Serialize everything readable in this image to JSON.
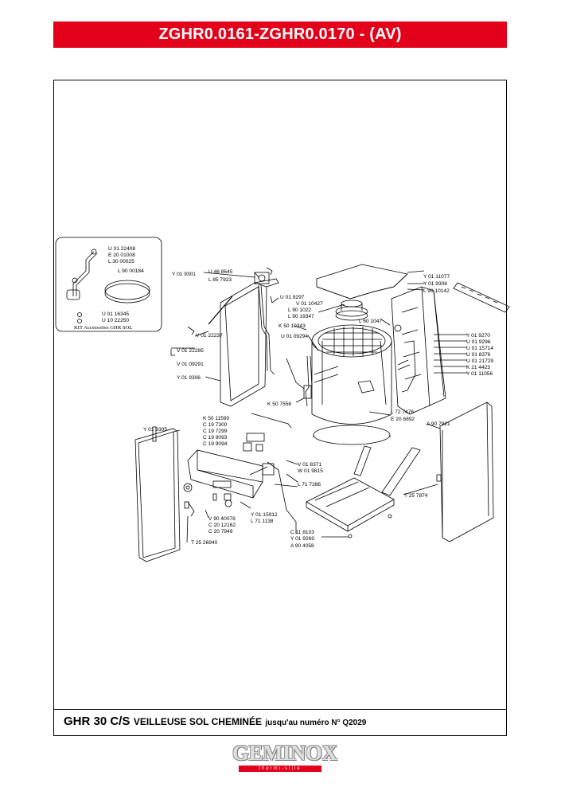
{
  "header": {
    "title": "ZGHR0.0161-ZGHR0.0170 - (AV)"
  },
  "footer": {
    "model": "GHR 30 C/S",
    "description": "VEILLEUSE SOL CHEMINÉE",
    "suffix": "jusqu'au numéro N° Q2029"
  },
  "kit": {
    "title": "KIT Accessoires GHR SOL",
    "parts": [
      "U 01 22408",
      "E 20 01008",
      "L 30 00025",
      "L 90 00184",
      "U 01 16345",
      "U 10 22250"
    ]
  },
  "parts": {
    "p1": "Y 01 9301",
    "p2": "U 46 8645",
    "p3": "L 85 7923",
    "p4": "U 01 9297",
    "p5": "V 01 10427",
    "p6": "L 90 1022",
    "p7": "L 90 19347",
    "p8": "K 50 10343",
    "p9": "U 01 09294",
    "p10": "V 01 22237",
    "p11": "V 01 22285",
    "p12": "V 01 09291",
    "p13": "Y 01 9306",
    "p14": "K 50 7556",
    "p15": "L 60 1047",
    "p16": "Y 01 11077",
    "p17": "Y 01 9308",
    "p18": "L 90 10142",
    "p19": "Y 01 9270",
    "p20": "U 01 9296",
    "p21": "U 01 15714",
    "p22": "U 01 8376",
    "p23": "U 01 21729",
    "p24": "K 21 4423",
    "p25": "Y 01 11056",
    "p26": "L 72 7476",
    "p27": "E 20 6892",
    "p28": "A 90 7921",
    "p29": "K 50 11590",
    "p30": "C 19 7300",
    "p31": "C 19 7299",
    "p32": "C 19 9093",
    "p33": "C 19 9094",
    "p34": "Y 01 9305",
    "p35": "V 01 8371",
    "p36": "W 01 9815",
    "p37": "L 71 7286",
    "p38": "T 25 7874",
    "p39": "V 90 40078",
    "p40": "C 20 12162",
    "p41": "C 20 7949",
    "p42": "Y 01 15912",
    "p43": "L 71 1138",
    "p44": "T 25 26940",
    "p45": "C 11 8103",
    "p46": "Y 01 9269",
    "p47": "A 90 4058"
  },
  "brand": {
    "name": "GEMINOX",
    "tagline": "thermi-stile"
  },
  "colors": {
    "accent": "#e2001a"
  }
}
